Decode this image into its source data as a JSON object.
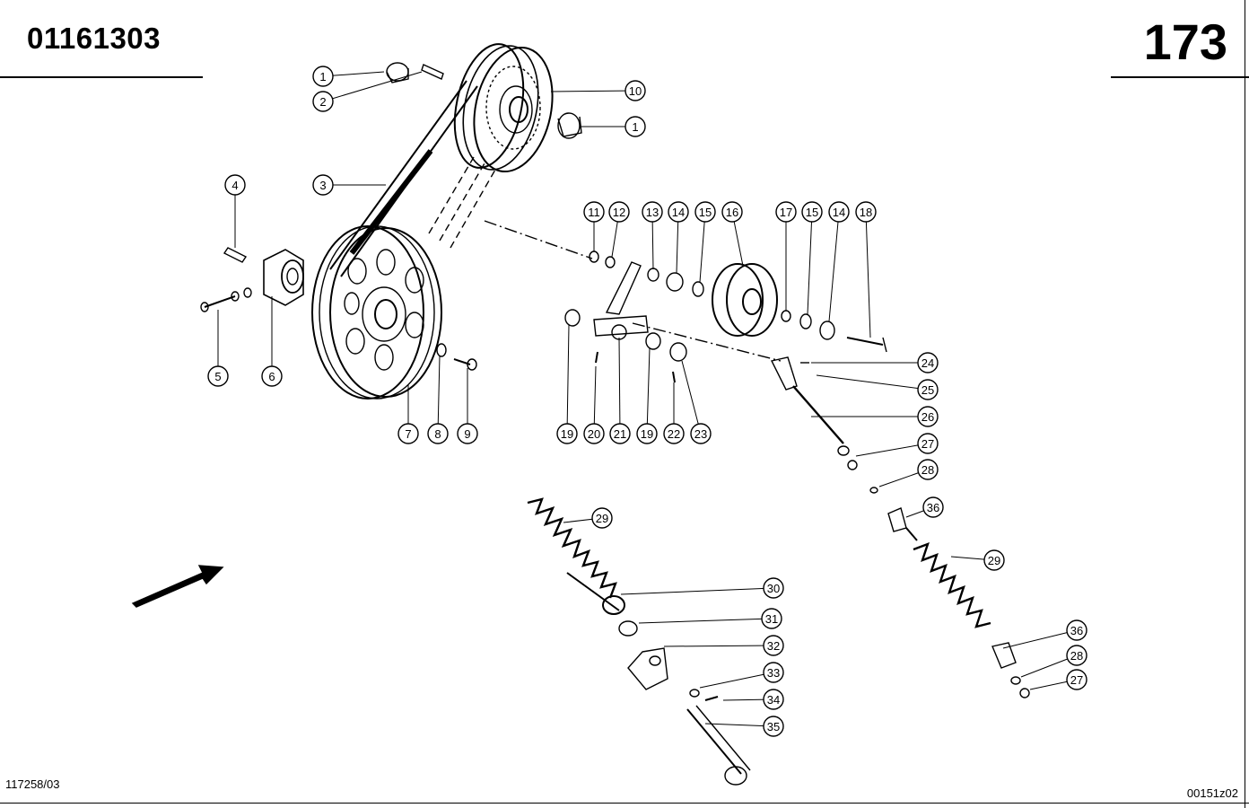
{
  "header": {
    "document_number": "01161303",
    "page_number": "173"
  },
  "footer": {
    "left_code": "117258/03",
    "right_code": "00151z02"
  },
  "callouts": [
    {
      "id": "c1a",
      "label": "1"
    },
    {
      "id": "c2",
      "label": "2"
    },
    {
      "id": "c3",
      "label": "3"
    },
    {
      "id": "c4",
      "label": "4"
    },
    {
      "id": "c5",
      "label": "5"
    },
    {
      "id": "c6",
      "label": "6"
    },
    {
      "id": "c7",
      "label": "7"
    },
    {
      "id": "c8",
      "label": "8"
    },
    {
      "id": "c9",
      "label": "9"
    },
    {
      "id": "c10",
      "label": "10"
    },
    {
      "id": "c1b",
      "label": "1"
    },
    {
      "id": "c11",
      "label": "11"
    },
    {
      "id": "c12",
      "label": "12"
    },
    {
      "id": "c13",
      "label": "13"
    },
    {
      "id": "c14a",
      "label": "14"
    },
    {
      "id": "c15a",
      "label": "15"
    },
    {
      "id": "c16",
      "label": "16"
    },
    {
      "id": "c17",
      "label": "17"
    },
    {
      "id": "c15b",
      "label": "15"
    },
    {
      "id": "c14b",
      "label": "14"
    },
    {
      "id": "c18",
      "label": "18"
    },
    {
      "id": "c19a",
      "label": "19"
    },
    {
      "id": "c20",
      "label": "20"
    },
    {
      "id": "c21",
      "label": "21"
    },
    {
      "id": "c19b",
      "label": "19"
    },
    {
      "id": "c22",
      "label": "22"
    },
    {
      "id": "c23",
      "label": "23"
    },
    {
      "id": "c24",
      "label": "24"
    },
    {
      "id": "c25",
      "label": "25"
    },
    {
      "id": "c26",
      "label": "26"
    },
    {
      "id": "c27a",
      "label": "27"
    },
    {
      "id": "c28a",
      "label": "28"
    },
    {
      "id": "c36a",
      "label": "36"
    },
    {
      "id": "c29a",
      "label": "29"
    },
    {
      "id": "c29b",
      "label": "29"
    },
    {
      "id": "c30",
      "label": "30"
    },
    {
      "id": "c31",
      "label": "31"
    },
    {
      "id": "c32",
      "label": "32"
    },
    {
      "id": "c33",
      "label": "33"
    },
    {
      "id": "c34",
      "label": "34"
    },
    {
      "id": "c35",
      "label": "35"
    },
    {
      "id": "c36b",
      "label": "36"
    },
    {
      "id": "c28b",
      "label": "28"
    },
    {
      "id": "c27b",
      "label": "27"
    }
  ]
}
